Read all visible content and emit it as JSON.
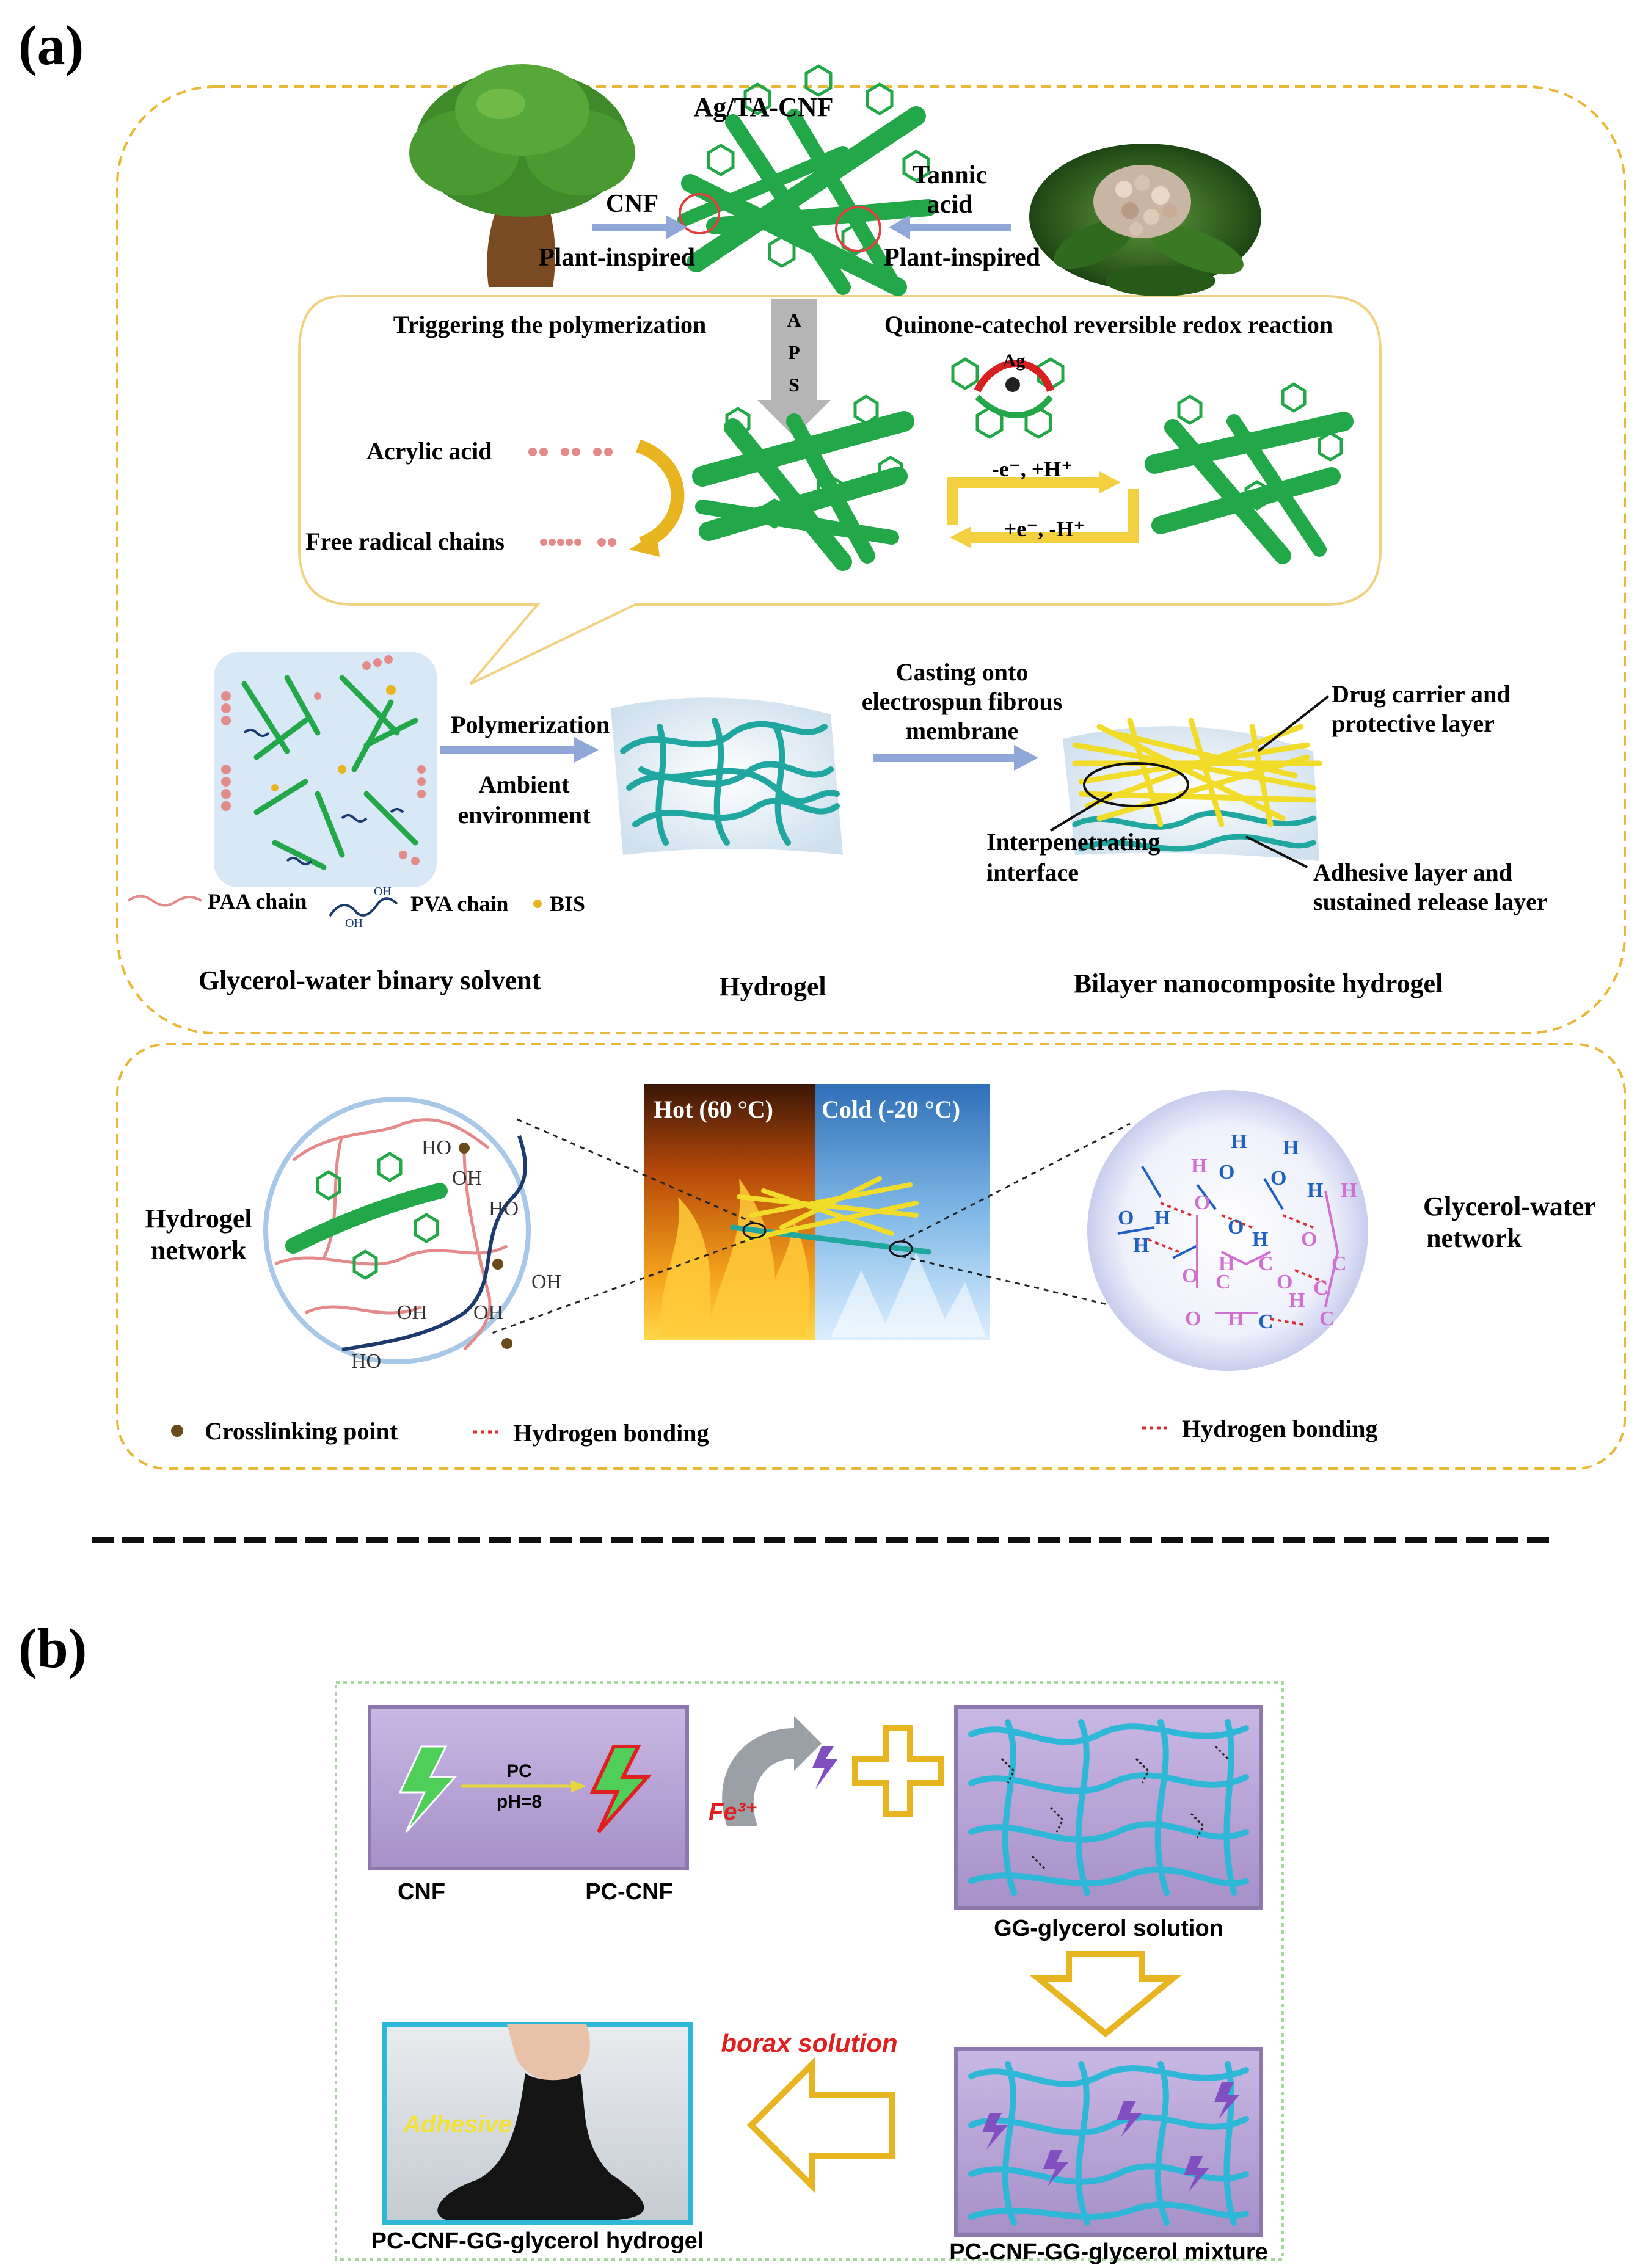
{
  "panel_a": {
    "label": "(a)",
    "top": {
      "title": "Ag/TA-CNF",
      "cnf": "CNF",
      "plant_left": "Plant-inspired",
      "plant_right": "Plant-inspired",
      "tannic_line1": "Tannic",
      "tannic_line2": "acid"
    },
    "inner": {
      "triggering": "Triggering the polymerization",
      "quinone": "Quinone-catechol reversible redox reaction",
      "aps": [
        "A",
        "P",
        "S"
      ],
      "ag": "Ag",
      "acrylic": "Acrylic acid",
      "free_radical": "Free radical chains",
      "redox_top": "-e⁻, +H⁺",
      "redox_bottom": "+e⁻, -H⁺"
    },
    "middle": {
      "polymerization": "Polymerization",
      "ambient_line1": "Ambient",
      "ambient_line2": "environment",
      "casting_line1": "Casting onto",
      "casting_line2": "electrospun fibrous",
      "casting_line3": "membrane",
      "drug_line1": "Drug carrier and",
      "drug_line2": "protective layer",
      "interp_line1": "Interpenetrating",
      "interp_line2": "interface",
      "adhesive_line1": "Adhesive layer and",
      "adhesive_line2": "sustained release layer",
      "legend_paa": "PAA chain",
      "legend_pva": "PVA chain",
      "legend_bis": "BIS",
      "oh": "OH",
      "cap_glycerol": "Glycerol-water binary solvent",
      "cap_hydrogel": "Hydrogel",
      "cap_bilayer": "Bilayer nanocomposite hydrogel"
    },
    "bottom": {
      "hydrogel_net_line1": "Hydrogel",
      "hydrogel_net_line2": "network",
      "hot": "Hot (60 °C)",
      "cold": "Cold (-20 °C)",
      "glycerol_net_line1": "Glycerol-water",
      "glycerol_net_line2": "network",
      "crosslink": "Crosslinking point",
      "hbond_left": "Hydrogen bonding",
      "hbond_right": "Hydrogen bonding",
      "left_chem": [
        "HO",
        "OH",
        "HO",
        "OH",
        "OH",
        "HO",
        "OH"
      ],
      "right_chem": [
        "H",
        "O",
        "H",
        "O",
        "H",
        "O",
        "H",
        "O",
        "H",
        "O",
        "H",
        "O",
        "H",
        "H",
        "O",
        "H",
        "C",
        "C",
        "C",
        "O",
        "H",
        "O",
        "H",
        "C",
        "C",
        "C"
      ]
    }
  },
  "panel_b": {
    "label": "(b)",
    "pc": "PC",
    "ph": "pH=8",
    "cnf": "CNF",
    "pc_cnf": "PC-CNF",
    "fe": "Fe³⁺",
    "gg_solution": "GG-glycerol solution",
    "borax": "borax solution",
    "adhesive": "Adhesive",
    "hydrogel": "PC-CNF-GG-glycerol hydrogel",
    "mixture": "PC-CNF-GG-glycerol mixture"
  },
  "colors": {
    "frame_dash": "#e8b838",
    "fiber_green": "#22a849",
    "fiber_teal": "#1fa7a0",
    "fiber_yellow": "#f2dc2a",
    "arrow_blue": "#8fa8d8",
    "arrow_gold": "#e8b520",
    "violet_box": "#b9a6d6",
    "cyan_fiber": "#2fb7d8",
    "red_text": "#e02020",
    "pink": "#e58a8a",
    "navy": "#1d3a6e"
  }
}
